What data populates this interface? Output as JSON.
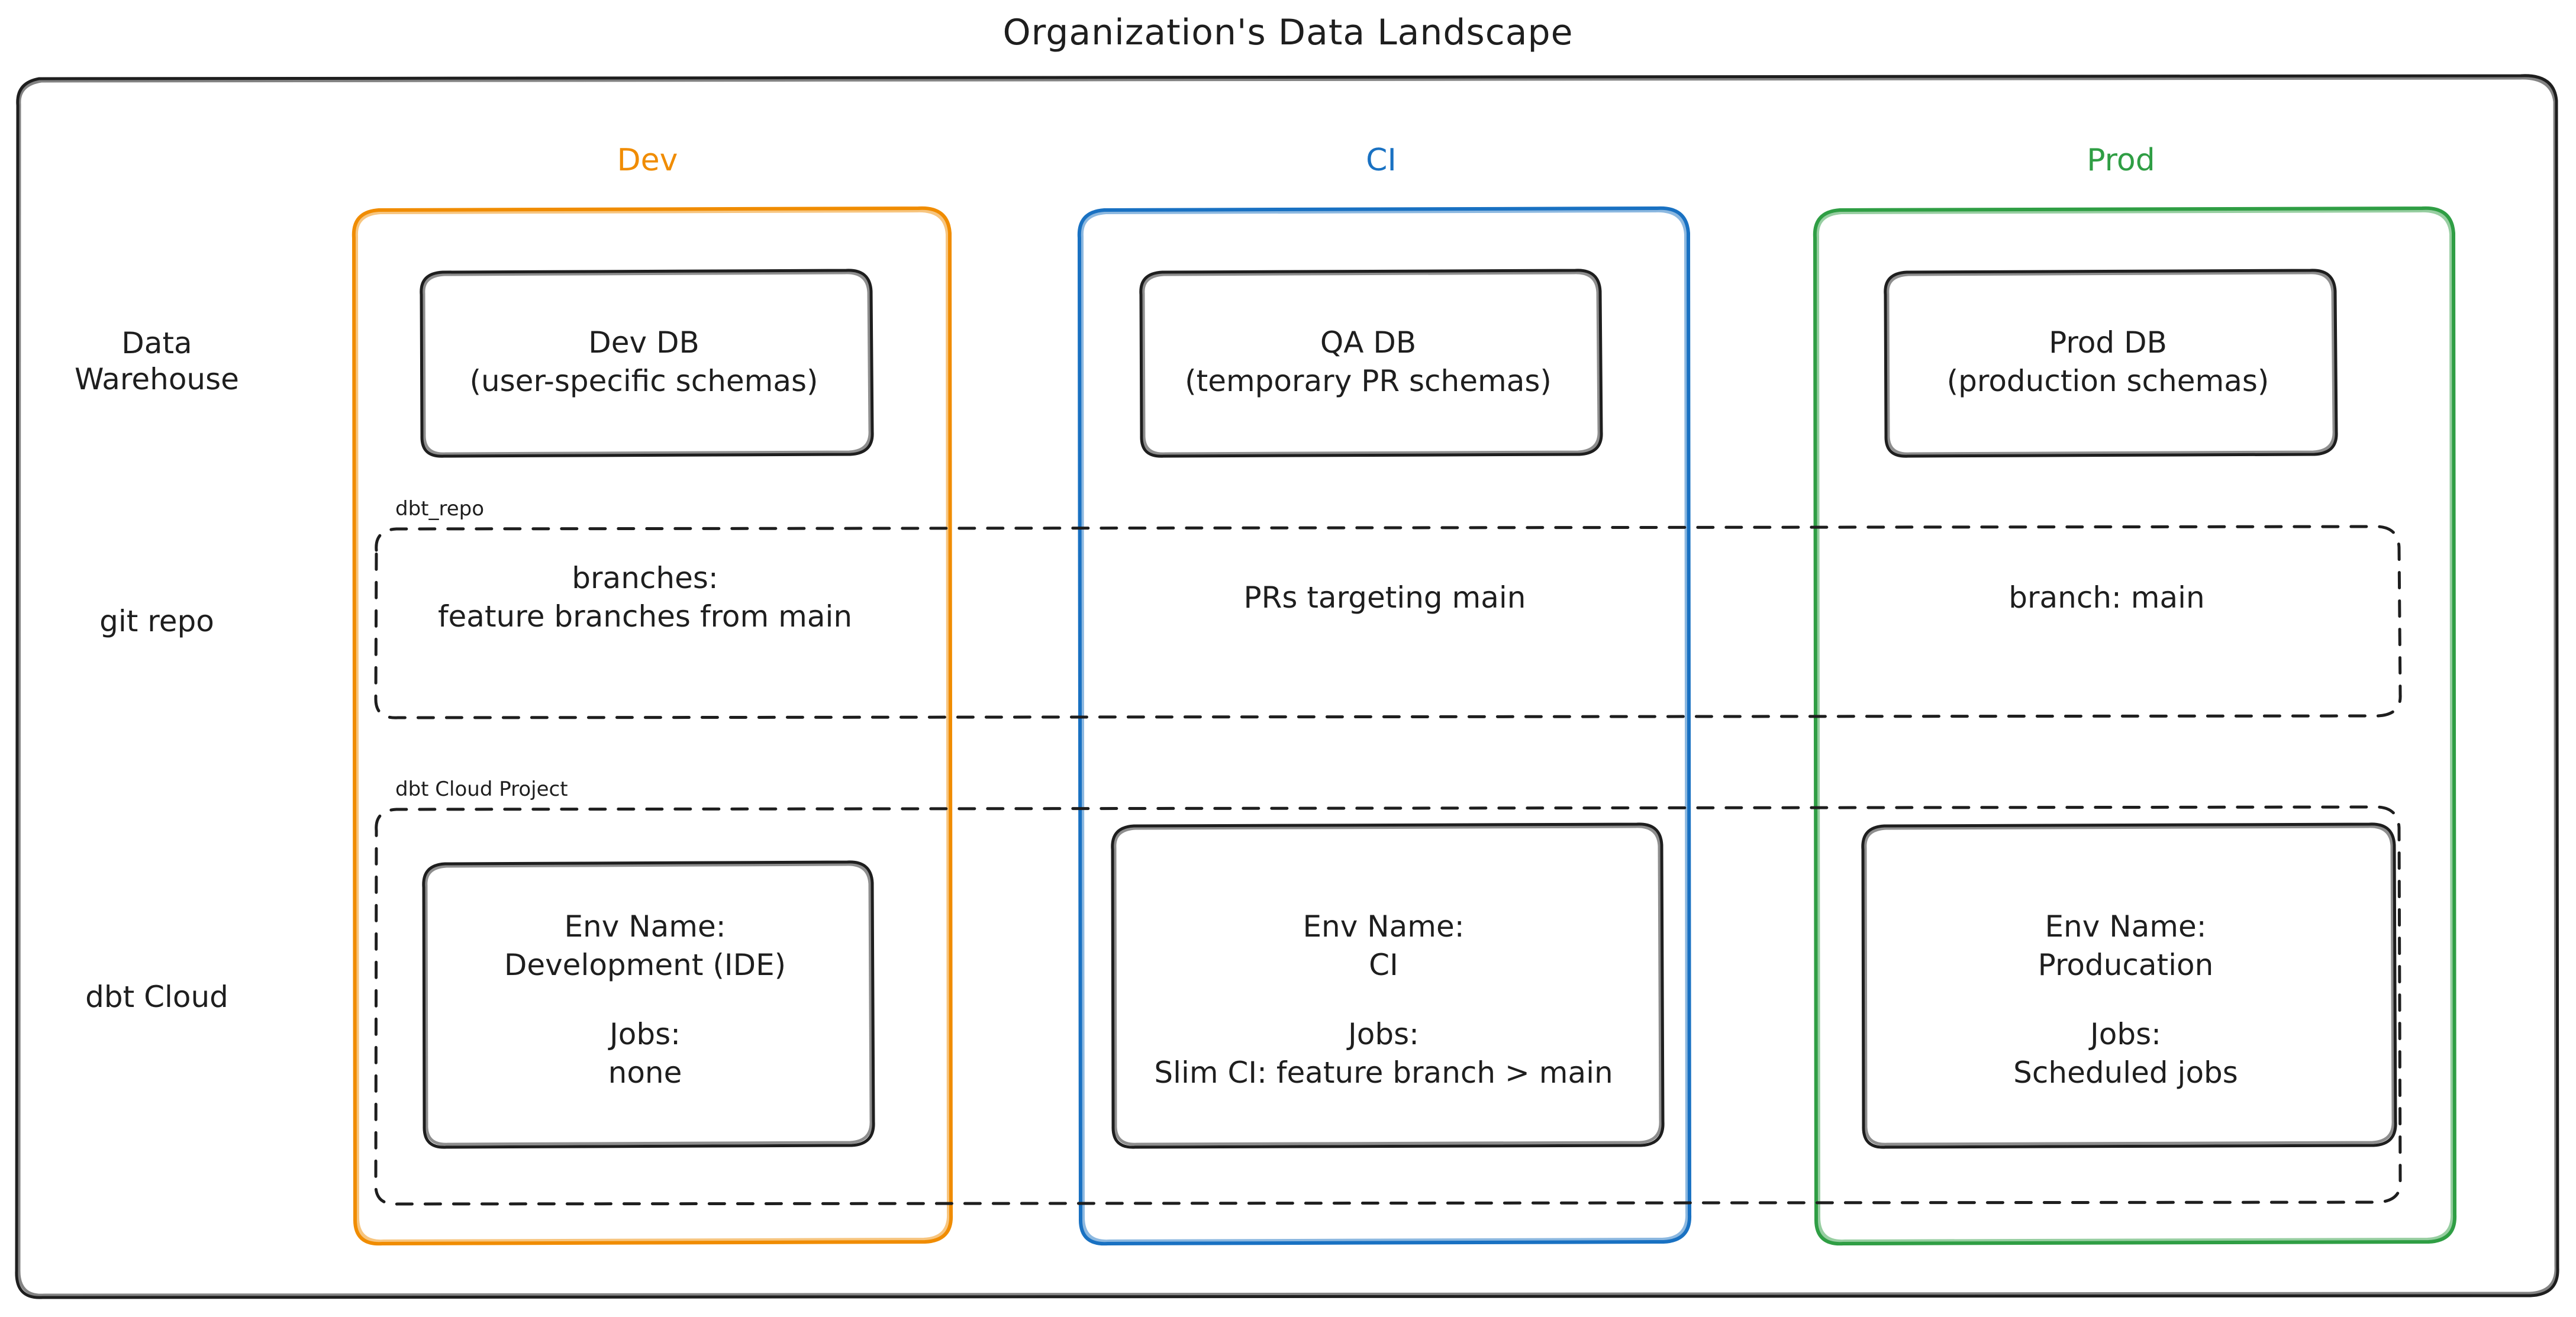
{
  "title": "Organization's Data Landscape",
  "colors": {
    "dev": "#f08c00",
    "ci": "#1971c2",
    "prod": "#2f9e44",
    "stroke": "#1e1e1e",
    "background": "#ffffff"
  },
  "columns": [
    {
      "key": "dev",
      "label": "Dev",
      "color": "#f08c00"
    },
    {
      "key": "ci",
      "label": "CI",
      "color": "#1971c2"
    },
    {
      "key": "prod",
      "label": "Prod",
      "color": "#2f9e44"
    }
  ],
  "rows": [
    {
      "key": "warehouse",
      "label_line1": "Data",
      "label_line2": "Warehouse"
    },
    {
      "key": "git",
      "label_line1": "git repo",
      "label_line2": ""
    },
    {
      "key": "dbtcloud",
      "label_line1": "dbt Cloud",
      "label_line2": ""
    }
  ],
  "groups": {
    "repo_title": "dbt_repo",
    "cloud_title": "dbt Cloud Project"
  },
  "warehouse": {
    "dev": {
      "line1": "Dev DB",
      "line2": "(user-specific schemas)"
    },
    "ci": {
      "line1": "QA DB",
      "line2": "(temporary PR schemas)"
    },
    "prod": {
      "line1": "Prod DB",
      "line2": "(production schemas)"
    }
  },
  "git": {
    "dev": {
      "line1": "branches:",
      "line2": "feature branches from main"
    },
    "ci": {
      "line1": "PRs targeting main",
      "line2": ""
    },
    "prod": {
      "line1": "branch: main",
      "line2": ""
    }
  },
  "dbtcloud": {
    "dev": {
      "env_label": "Env Name:",
      "env_value": "Development (IDE)",
      "jobs_label": "Jobs:",
      "jobs_value": "none"
    },
    "ci": {
      "env_label": "Env Name:",
      "env_value": "CI",
      "jobs_label": "Jobs:",
      "jobs_value": "Slim CI: feature branch > main"
    },
    "prod": {
      "env_label": "Env Name:",
      "env_value": "Producation",
      "jobs_label": "Jobs:",
      "jobs_value": "Scheduled jobs"
    }
  }
}
